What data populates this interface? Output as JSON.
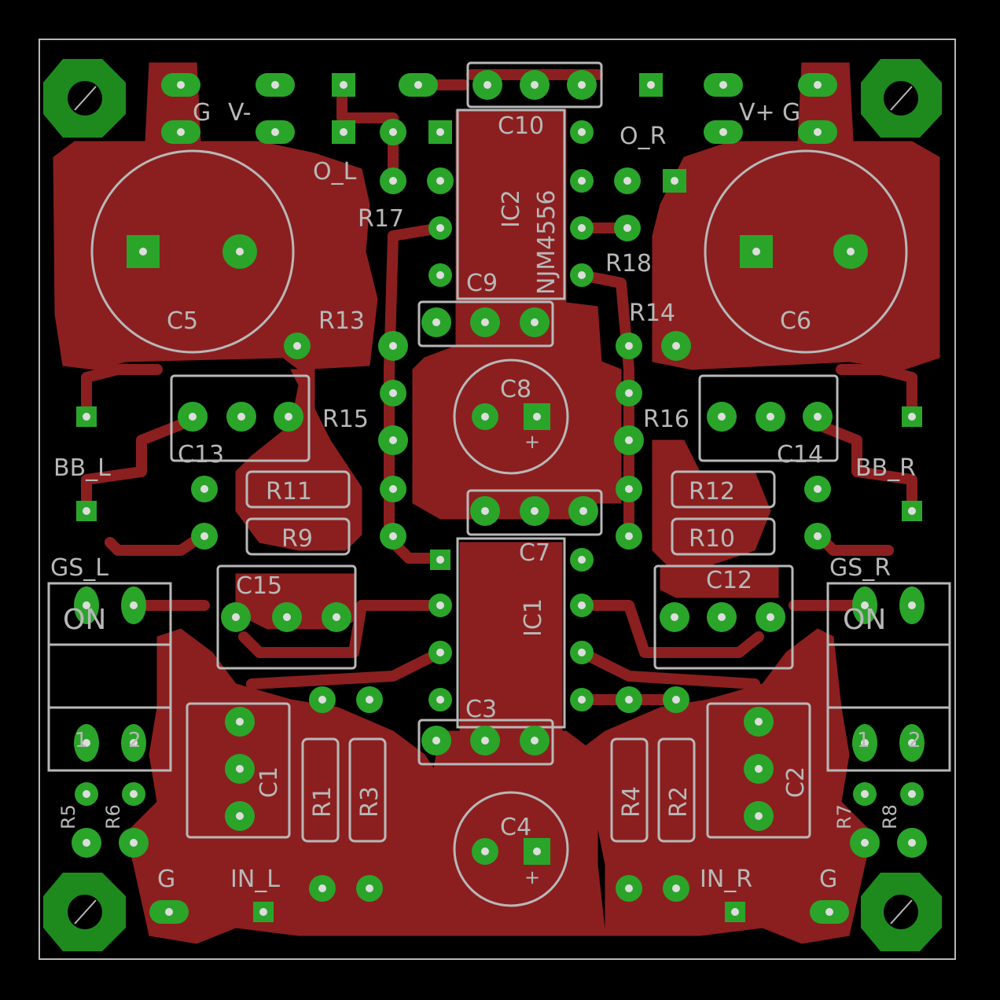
{
  "colors": {
    "background": "#000000",
    "copper": "#8b1f1f",
    "silkscreen": "#b8b8b8",
    "pad": "#2aa52a",
    "mounting_hole": "#1e8a1e"
  },
  "labels": {
    "g_top_left": "G",
    "v_minus": "V-",
    "o_l": "O_L",
    "o_r": "O_R",
    "v_plus": "V+",
    "g_top_right": "G",
    "c10": "C10",
    "ic2": "IC2",
    "ic2_part": "NJM4556",
    "r17": "R17",
    "r18": "R18",
    "c5": "C5",
    "c6": "C6",
    "c9": "C9",
    "r13": "R13",
    "r14": "R14",
    "c8": "C8",
    "r15": "R15",
    "r16": "R16",
    "c13": "C13",
    "c14": "C14",
    "bb_l": "BB_L",
    "bb_r": "BB_R",
    "r11": "R11",
    "r12": "R12",
    "r9": "R9",
    "r10": "R10",
    "c7": "C7",
    "gs_l": "GS_L",
    "gs_r": "GS_R",
    "c15": "C15",
    "c12": "C12",
    "on_l": "ON",
    "on_r": "ON",
    "ic1": "IC1",
    "c3": "C3",
    "c1": "C1",
    "c2": "C2",
    "r1": "R1",
    "r3": "R3",
    "r4": "R4",
    "r2": "R2",
    "c4": "C4",
    "r5": "R5",
    "r6": "R6",
    "r7": "R7",
    "r8": "R8",
    "sw_l_1": "1",
    "sw_l_2": "2",
    "sw_r_1": "1",
    "sw_r_2": "2",
    "g_bottom_left": "G",
    "in_l": "IN_L",
    "in_r": "IN_R",
    "g_bottom_right": "G",
    "plus_c8": "+",
    "plus_c4": "+"
  }
}
